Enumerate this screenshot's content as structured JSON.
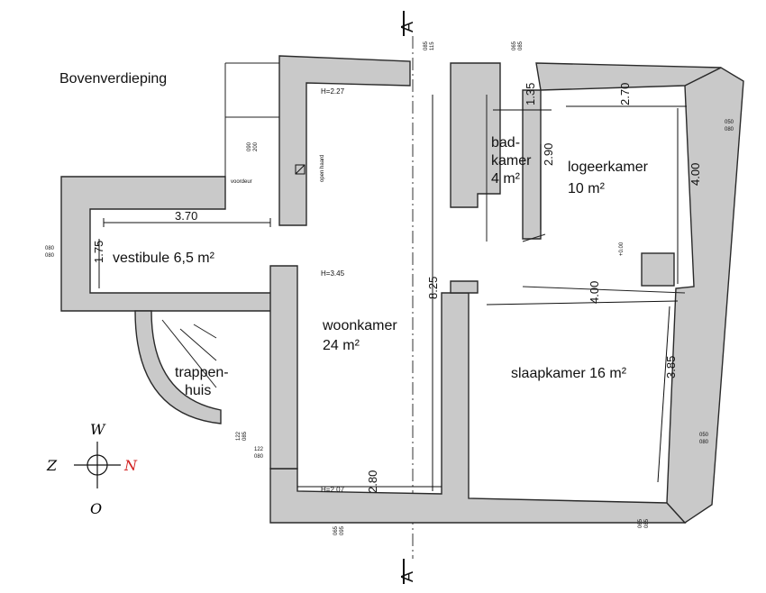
{
  "title": "Bovenverdieping",
  "section_marker": "A",
  "rooms": {
    "vestibule": "vestibule 6,5 m²",
    "woonkamer_name": "woonkamer",
    "woonkamer_area": "24 m²",
    "badkamer_1": "bad-",
    "badkamer_2": "kamer",
    "badkamer_area": "4 m²",
    "logeerkamer_name": "logeerkamer",
    "logeerkamer_area": "10 m²",
    "slaapkamer": "slaapkamer 16 m²",
    "trappenhuis_1": "trappen-",
    "trappenhuis_2": "huis"
  },
  "dimensions": {
    "vestibule_width": "3.70",
    "vestibule_depth": "1.75",
    "woonkamer_length": "8.25",
    "woonkamer_width": "2.80",
    "bad_width": "1.35",
    "bad_depth": "2.90",
    "logeer_width": "2.70",
    "logeer_depth": "4.00",
    "slaap_width": "4.00",
    "slaap_depth": "3.85",
    "height_top": "H=2.27",
    "height_mid": "H=3.45",
    "height_bottom": "H=2.07",
    "level": "+0.00"
  },
  "annotations": {
    "voordeur": "voordeur",
    "open_haard": "open haard"
  },
  "window_codes": {
    "top_left_1": "085",
    "top_left_2": "115",
    "top_right_1": "065",
    "top_right_2": "085",
    "right_top_1": "050",
    "right_top_2": "080",
    "right_bottom_1": "050",
    "right_bottom_2": "080",
    "left_vest_1": "080",
    "left_vest_2": "080",
    "door_1": "090",
    "door_2": "200",
    "stair_1": "122",
    "stair_2": "085",
    "stair_low_1": "122",
    "stair_low_2": "080",
    "bottom_1": "065",
    "bottom_2": "095",
    "bottom_right_1": "065",
    "bottom_right_2": "085"
  },
  "compass": {
    "north": "N",
    "south": "Z",
    "west": "W",
    "east": "O",
    "north_color": "#d21f1f"
  }
}
